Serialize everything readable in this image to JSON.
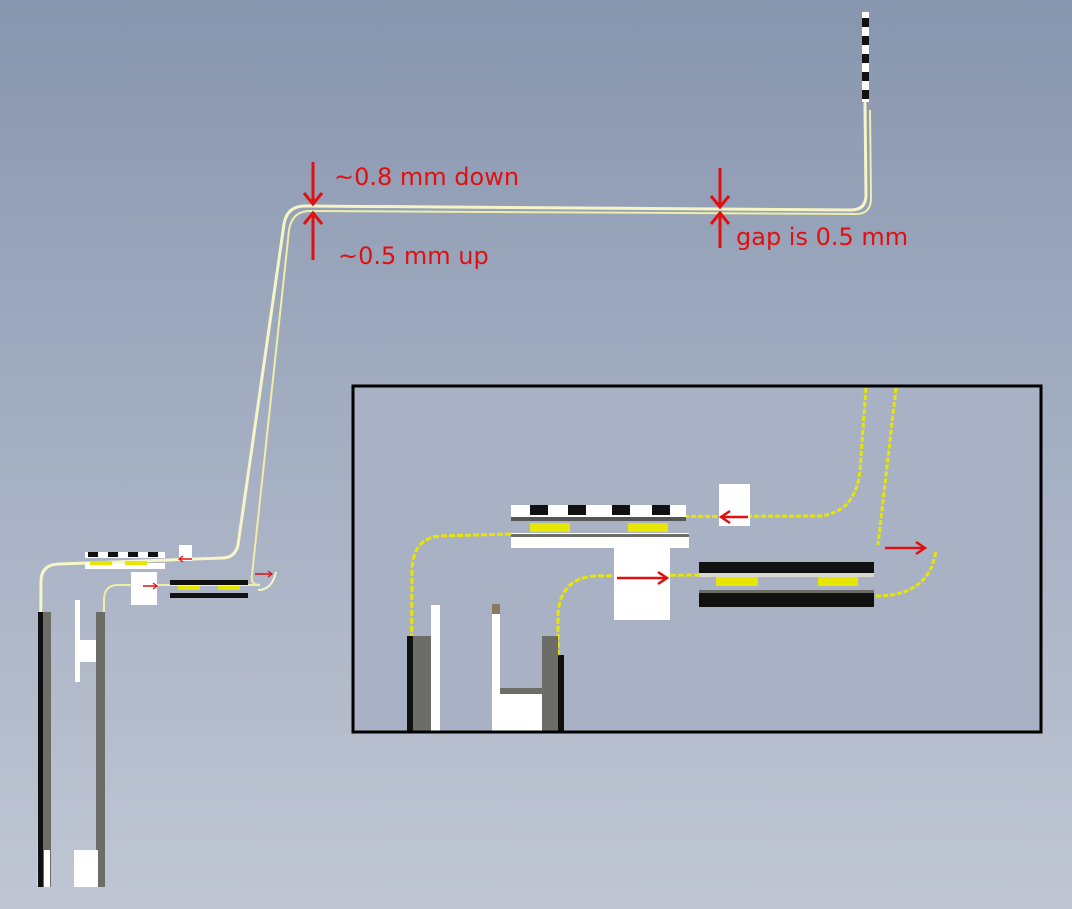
{
  "annotations": {
    "top_arrow_label": "~0.8 mm down",
    "bottom_arrow_label": "~0.5 mm up",
    "gap_label": "gap is 0.5 mm"
  },
  "colors": {
    "background_top": "#8795ae",
    "background_bottom": "#c0c6d3",
    "annotation": "#e01010",
    "flex_outline": "#f2f0a8",
    "copper": "#e6e600",
    "inset_frame": "#000000"
  },
  "icons": {
    "down_arrow": "red-down-arrow-icon",
    "up_arrow": "red-up-arrow-icon",
    "flow_arrow": "red-right-arrow-icon"
  }
}
